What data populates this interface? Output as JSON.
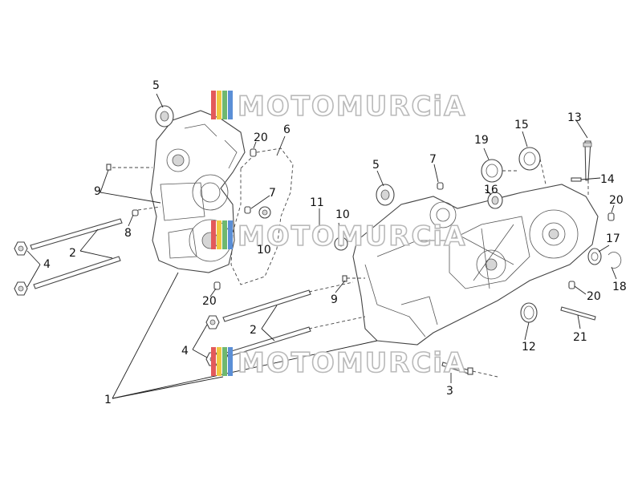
{
  "watermark": {
    "text": "MOTOMURCiA",
    "stripe_colors": [
      "#e35a5a",
      "#f0c840",
      "#6fb86f",
      "#5b8fd6",
      "#e58a3a"
    ]
  },
  "callouts": {
    "n1": "1",
    "n2a": "2",
    "n2b": "2",
    "n3": "3",
    "n4a": "4",
    "n4b": "4",
    "n5a": "5",
    "n5b": "5",
    "n6": "6",
    "n7a": "7",
    "n7b": "7",
    "n8": "8",
    "n9a": "9",
    "n9b": "9",
    "n10a": "10",
    "n10b": "10",
    "n11": "11",
    "n12": "12",
    "n13": "13",
    "n14": "14",
    "n15": "15",
    "n16": "16",
    "n17": "17",
    "n18": "18",
    "n19": "19",
    "n20a": "20",
    "n20b": "20",
    "n20c": "20",
    "n20d": "20",
    "n21": "21"
  }
}
